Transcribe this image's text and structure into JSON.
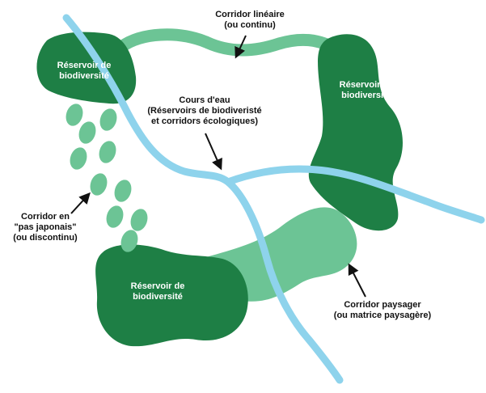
{
  "labels": {
    "linear_corridor": [
      "Corridor linéaire",
      "(ou continu)"
    ],
    "reservoir_top_left": [
      "Réservoir de",
      "biodiversité"
    ],
    "reservoir_right": [
      "Réservoir de",
      "biodiversité"
    ],
    "reservoir_bottom": [
      "Réservoir de",
      "biodiversité"
    ],
    "watercourse": [
      "Cours d'eau",
      "(Réservoirs de biodiveristé",
      "et corridors écologiques)"
    ],
    "stepping_stone": [
      "Corridor en",
      "\"pas japonais\"",
      "(ou discontinu)"
    ],
    "landscape_corridor": [
      "Corridor paysager",
      "(ou matrice paysagère)"
    ]
  },
  "colors": {
    "reservoir": "#1e7f45",
    "corridor": "#6cc495",
    "water": "#8ed3ec",
    "arrow": "#111111",
    "text_dark": "#111111",
    "text_light": "#ffffff"
  }
}
